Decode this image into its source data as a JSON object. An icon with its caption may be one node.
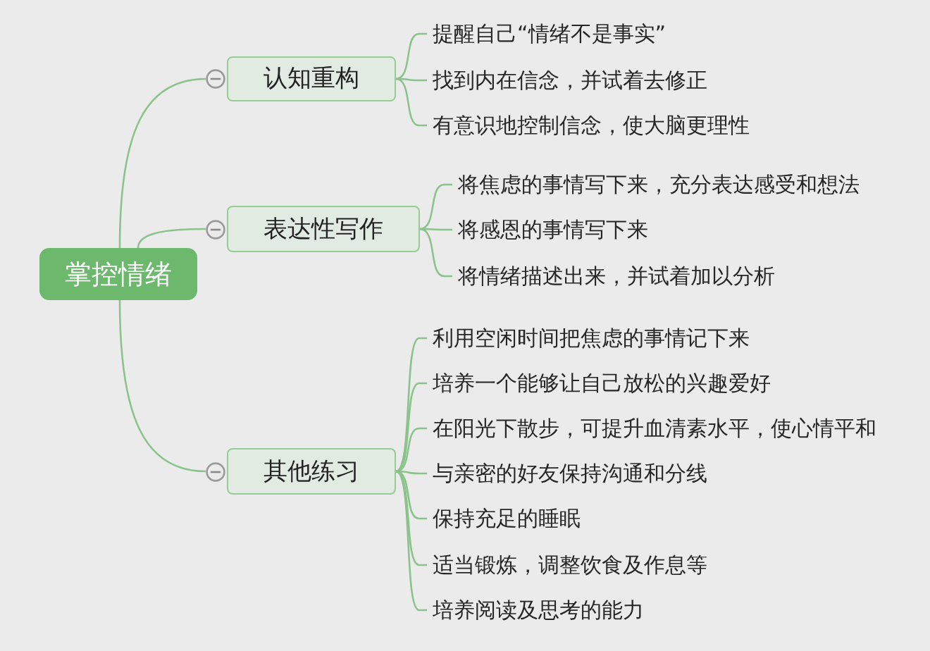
{
  "diagram": {
    "nodes": [
      {
        "text": [
          "掌控情绪"
        ]
      },
      {
        "text": [
          "认知重构"
        ]
      },
      {
        "text": [
          "提醒自己“情绪不是事实”"
        ]
      },
      {
        "text": [
          "找到内在信念，并试着去修正"
        ]
      },
      {
        "text": [
          "有意识地控制信念，使大脑更理性"
        ]
      },
      {
        "text": [
          "表达性写作"
        ]
      },
      {
        "text": [
          "将焦虑的事情写下来，充分表达感受和想法"
        ]
      },
      {
        "text": [
          "将感恩的事情写下来"
        ]
      },
      {
        "text": [
          "将情绪描述出来，并试着加以分析"
        ]
      },
      {
        "text": [
          "其他练习"
        ]
      },
      {
        "text": [
          "利用空闲时间把焦虑的事情记下来"
        ]
      },
      {
        "text": [
          "培养一个能够让自己放松的兴趣爱好"
        ]
      },
      {
        "text": [
          "在阳光下散步，可提升血清素水平，使心情平和"
        ]
      },
      {
        "text": [
          "与亲密的好友保持沟通和分线"
        ]
      },
      {
        "text": [
          "保持充足的睡眠"
        ]
      },
      {
        "text": [
          "适当锻炼，调整饮食及作息等"
        ]
      },
      {
        "text": [
          "培养阅读及思考的能力"
        ]
      }
    ],
    "edges": [
      {
        "from": 0,
        "to": 1,
        "arrow": "none"
      },
      {
        "from": 0,
        "to": 5,
        "arrow": "none"
      },
      {
        "from": 0,
        "to": 9,
        "arrow": "none"
      },
      {
        "from": 1,
        "to": 2,
        "arrow": "none"
      },
      {
        "from": 1,
        "to": 3,
        "arrow": "none"
      },
      {
        "from": 1,
        "to": 4,
        "arrow": "none"
      },
      {
        "from": 5,
        "to": 6,
        "arrow": "none"
      },
      {
        "from": 5,
        "to": 7,
        "arrow": "none"
      },
      {
        "from": 5,
        "to": 8,
        "arrow": "none"
      },
      {
        "from": 9,
        "to": 10,
        "arrow": "none"
      },
      {
        "from": 9,
        "to": 11,
        "arrow": "none"
      },
      {
        "from": 9,
        "to": 12,
        "arrow": "none"
      },
      {
        "from": 9,
        "to": 13,
        "arrow": "none"
      },
      {
        "from": 9,
        "to": 14,
        "arrow": "none"
      },
      {
        "from": 9,
        "to": 15,
        "arrow": "none"
      },
      {
        "from": 9,
        "to": 16,
        "arrow": "none"
      }
    ]
  }
}
